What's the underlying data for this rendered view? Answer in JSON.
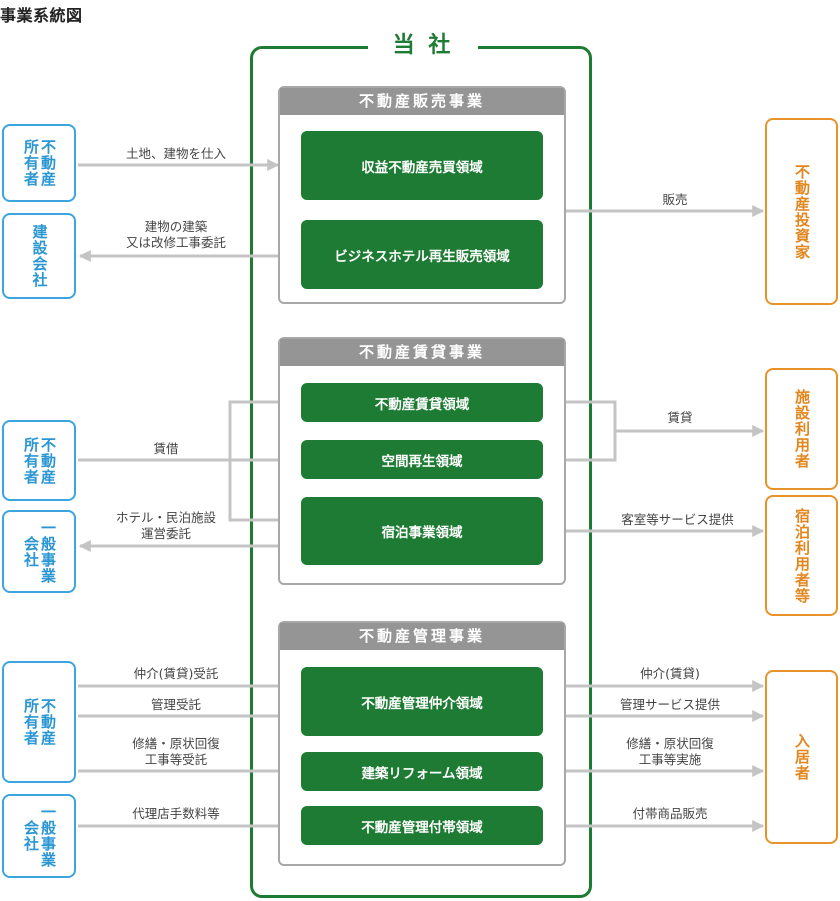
{
  "title": "事業系統図",
  "company": "当 社",
  "sections": {
    "sales": {
      "header": "不動産販売事業",
      "units": [
        "収益不動産売買領域",
        "ビジネスホテル再生販売領域"
      ]
    },
    "leasing": {
      "header": "不動産賃貸事業",
      "units": [
        "不動産賃貸領域",
        "空間再生領域",
        "宿泊事業領域"
      ]
    },
    "management": {
      "header": "不動産管理事業",
      "units": [
        "不動産管理仲介領域",
        "建築リフォーム領域",
        "不動産管理付帯領域"
      ]
    }
  },
  "left_entities": {
    "owner_1": [
      "不動産",
      "所有者"
    ],
    "construction": [
      "建設会社"
    ],
    "owner_2": [
      "不動産",
      "所有者"
    ],
    "general_1": [
      "一般事業",
      "会社"
    ],
    "owner_3": [
      "不動産",
      "所有者"
    ],
    "general_2": [
      "一般事業",
      "会社"
    ]
  },
  "right_entities": {
    "investor": [
      "不動産投資家"
    ],
    "facility_user": [
      "施設利用者"
    ],
    "lodging_user": [
      "宿泊利用者等"
    ],
    "resident": [
      "入居者"
    ]
  },
  "flow_labels": {
    "land_purchase": "土地、建物を仕入",
    "construction_order": "建物の建築\n又は改修工事委託",
    "sale": "販売",
    "borrowing": "賃借",
    "hotel_management": "ホテル・民泊施設\n運営委託",
    "rent": "賃貸",
    "guest_service": "客室等サービス提供",
    "brokerage_in": "仲介(賃貸)受託",
    "management_in": "管理受託",
    "repair_in": "修繕・原状回復\n工事等受託",
    "agency_fee": "代理店手数料等",
    "brokerage_out": "仲介(賃貸)",
    "management_service": "管理サービス提供",
    "repair_out": "修繕・原状回復\n工事等実施",
    "incidental_sales": "付帯商品販売"
  },
  "colors": {
    "green": "#1e7b34",
    "gray_header": "#959595",
    "blue": "#3ca4de",
    "orange": "#e8932a",
    "arrow": "#c4c4c4"
  }
}
